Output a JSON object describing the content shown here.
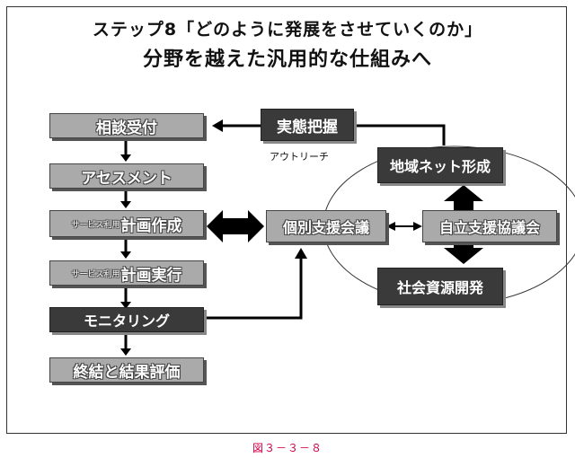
{
  "title": {
    "line1": "ステップ8「どのように発展をさせていくのか」",
    "line2": "分野を越えた汎用的な仕組みへ"
  },
  "flow": {
    "step1": "相談受付",
    "step2": "アセスメント",
    "step3_prefix": "サービス利用",
    "step3_main": "計画作成",
    "step4_prefix": "サービス利用",
    "step4_main": "計画実行",
    "step5": "モニタリング",
    "step6": "終結と結果評価"
  },
  "network": {
    "jittai": "実態把握",
    "outreach": "アウトリーチ",
    "chiiki": "地域ネット形成",
    "kobetsu": "個別支援会議",
    "jiritsu": "自立支援協議会",
    "shakai": "社会資源開発"
  },
  "caption": "図３－３－８",
  "colors": {
    "light_box": "#aaaaaa",
    "dark_box": "#3a3a3a",
    "caption": "#d0004a"
  }
}
